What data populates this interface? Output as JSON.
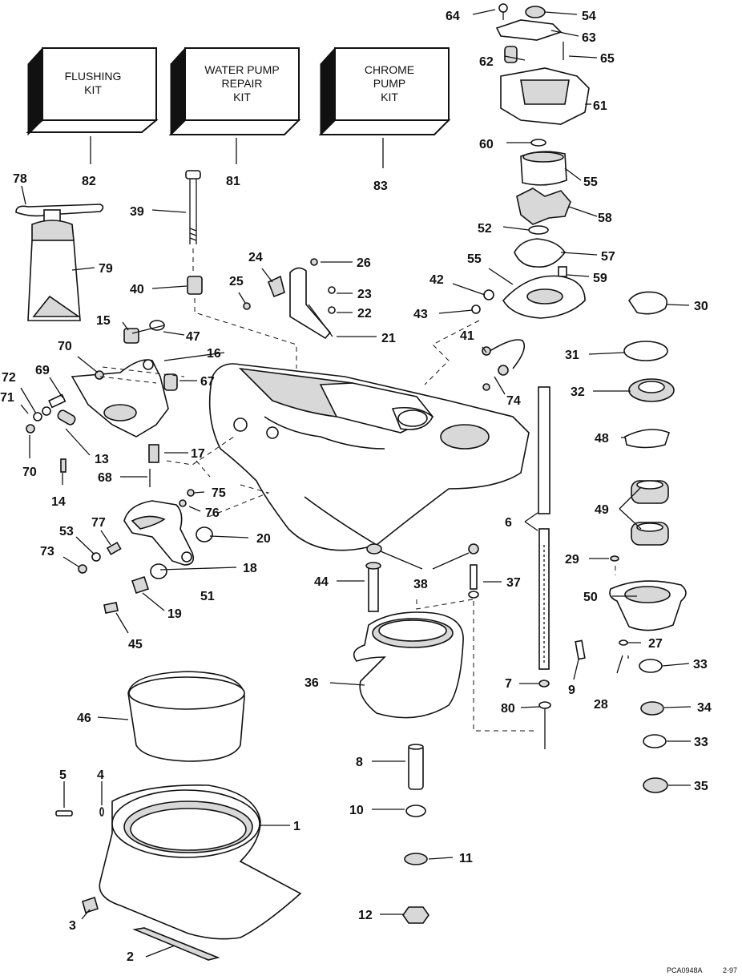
{
  "kits": [
    {
      "line1": "FLUSHING",
      "line2": "KIT",
      "line3": ""
    },
    {
      "line1": "WATER PUMP",
      "line2": "REPAIR",
      "line3": "KIT"
    },
    {
      "line1": "CHROME",
      "line2": "PUMP",
      "line3": "KIT"
    }
  ],
  "labels": {
    "n1": "1",
    "n2": "2",
    "n3": "3",
    "n4": "4",
    "n5": "5",
    "n6": "6",
    "n7": "7",
    "n8": "8",
    "n9": "9",
    "n10": "10",
    "n11": "11",
    "n12": "12",
    "n13": "13",
    "n14": "14",
    "n15": "15",
    "n16": "16",
    "n17": "17",
    "n18": "18",
    "n19": "19",
    "n20": "20",
    "n21": "21",
    "n22": "22",
    "n23": "23",
    "n24": "24",
    "n25": "25",
    "n26": "26",
    "n27": "27",
    "n28": "28",
    "n29": "29",
    "n30": "30",
    "n31": "31",
    "n32": "32",
    "n33": "33",
    "n34": "34",
    "n35": "35",
    "n36": "36",
    "n37": "37",
    "n38": "38",
    "n39": "39",
    "n40": "40",
    "n41": "41",
    "n42": "42",
    "n43": "43",
    "n44": "44",
    "n45": "45",
    "n46": "46",
    "n47": "47",
    "n48": "48",
    "n49": "49",
    "n50": "50",
    "n51": "51",
    "n52": "52",
    "n53": "53",
    "n54": "54",
    "n55": "55",
    "n57": "57",
    "n58": "58",
    "n59": "59",
    "n60": "60",
    "n61": "61",
    "n62": "62",
    "n63": "63",
    "n64": "64",
    "n65": "65",
    "n67": "67",
    "n68": "68",
    "n69": "69",
    "n70": "70",
    "n71": "71",
    "n72": "72",
    "n73": "73",
    "n74": "74",
    "n75": "75",
    "n76": "76",
    "n77": "77",
    "n78": "78",
    "n79": "79",
    "n80": "80",
    "n81": "81",
    "n82": "82",
    "n83": "83"
  },
  "footer": {
    "code": "PCA0948A",
    "date": "2-97"
  }
}
